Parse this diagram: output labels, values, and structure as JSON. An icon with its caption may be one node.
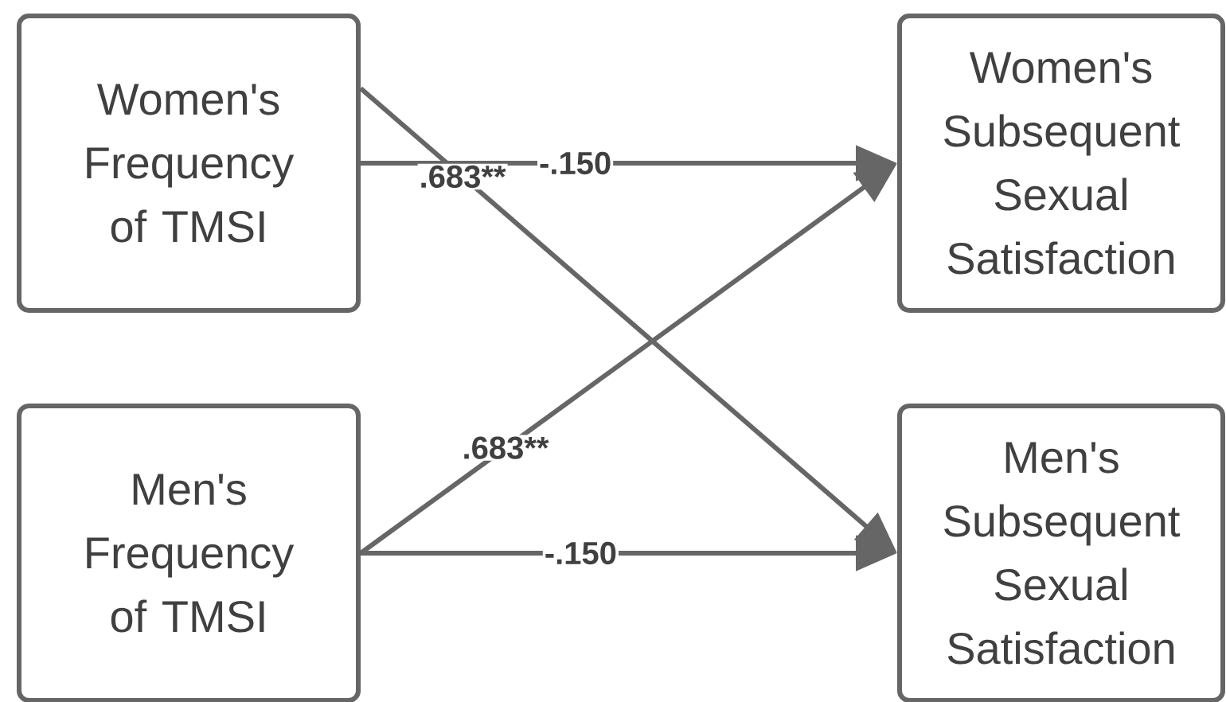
{
  "diagram": {
    "nodes": [
      {
        "text": [
          "Women's Frequency of  TMSI"
        ]
      },
      {
        "text": [
          "Women's Subsequent Sexual Satisfaction"
        ]
      },
      {
        "text": [
          "Men's Frequency of TMSI"
        ]
      },
      {
        "text": [
          "Men's Subsequent Sexual Satisfaction"
        ]
      }
    ],
    "edges": [
      {
        "from": 0,
        "to": 1,
        "arrow": "to",
        "label": "-.150"
      },
      {
        "from": 0,
        "to": 3,
        "arrow": "to",
        "label": ".683**"
      },
      {
        "from": 2,
        "to": 1,
        "arrow": "to",
        "label": ".683**"
      },
      {
        "from": 2,
        "to": 3,
        "arrow": "to",
        "label": "-.150"
      }
    ]
  }
}
